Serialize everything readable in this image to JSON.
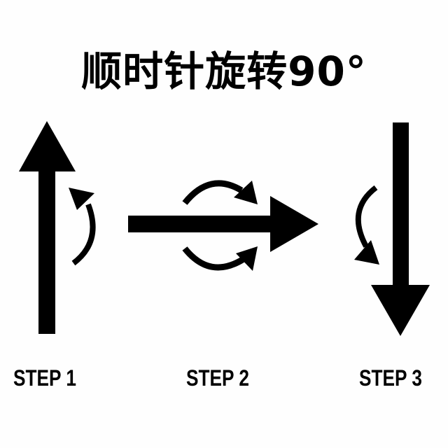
{
  "title": "顺时针旋转90°",
  "colors": {
    "background": "#fefefe",
    "ink": "#000000"
  },
  "steps": [
    {
      "label": "STEP 1",
      "arrow_direction": "up",
      "rotation_hint": "curved-arrow-clockwise"
    },
    {
      "label": "STEP 2",
      "arrow_direction": "right",
      "rotation_hint": "double-curved-arrows-clockwise"
    },
    {
      "label": "STEP 3",
      "arrow_direction": "down",
      "rotation_hint": "curved-arrow-clockwise"
    }
  ]
}
